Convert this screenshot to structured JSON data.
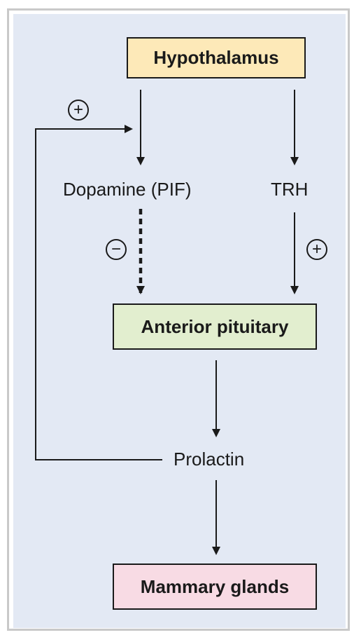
{
  "diagram": {
    "nodes": {
      "hypothalamus": "Hypothalamus",
      "dopamine": "Dopamine (PIF)",
      "trh": "TRH",
      "anterior_pituitary": "Anterior pituitary",
      "prolactin": "Prolactin",
      "mammary_glands": "Mammary glands"
    },
    "signs": {
      "feedback": "+",
      "dopamine_effect": "−",
      "trh_effect": "+"
    },
    "colors": {
      "hypothalamus_fill": "#fde9b8",
      "anterior_pituitary_fill": "#e2eecf",
      "mammary_glands_fill": "#f8dbe4",
      "panel_background": "#e3e9f4"
    }
  }
}
